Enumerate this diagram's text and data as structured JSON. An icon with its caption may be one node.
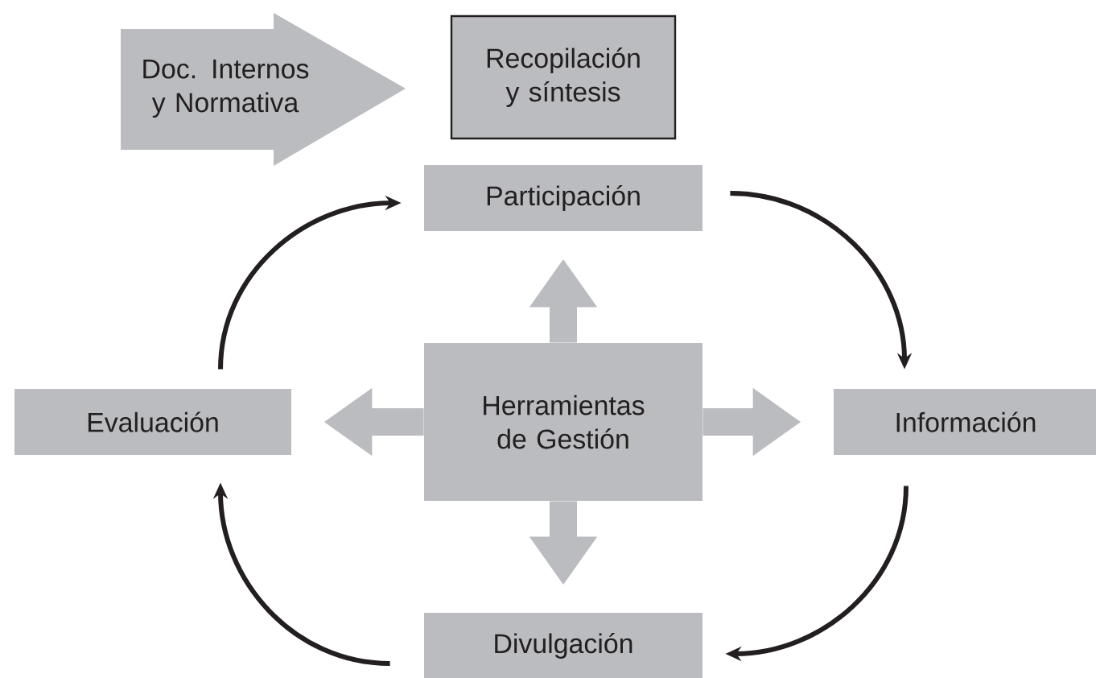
{
  "diagram": {
    "nodes": [
      {
        "text": [
          "Doc. Internos y Normativa"
        ]
      },
      {
        "text": [
          "Recopilación y síntesis"
        ]
      },
      {
        "text": [
          "Participación"
        ]
      },
      {
        "text": [
          "Herramientas de Gestión"
        ]
      },
      {
        "text": [
          "Evaluación"
        ]
      },
      {
        "text": [
          "Información"
        ]
      },
      {
        "text": [
          "Divulgación"
        ]
      }
    ],
    "edges": [
      {
        "from": 4,
        "to": 2,
        "arrow": "to"
      },
      {
        "from": 2,
        "to": 5,
        "arrow": "to"
      },
      {
        "from": 5,
        "to": 6,
        "arrow": "to"
      },
      {
        "from": 6,
        "to": 4,
        "arrow": "to"
      },
      {
        "from": 3,
        "to": 2,
        "arrow": "to",
        "style": "thick",
        "color": "#bbbcc0"
      },
      {
        "from": 3,
        "to": 5,
        "arrow": "to",
        "style": "thick",
        "color": "#bbbcc0"
      },
      {
        "from": 3,
        "to": 6,
        "arrow": "to",
        "style": "thick",
        "color": "#bbbcc0"
      },
      {
        "from": 3,
        "to": 4,
        "arrow": "to",
        "style": "thick",
        "color": "#bbbcc0"
      }
    ]
  }
}
